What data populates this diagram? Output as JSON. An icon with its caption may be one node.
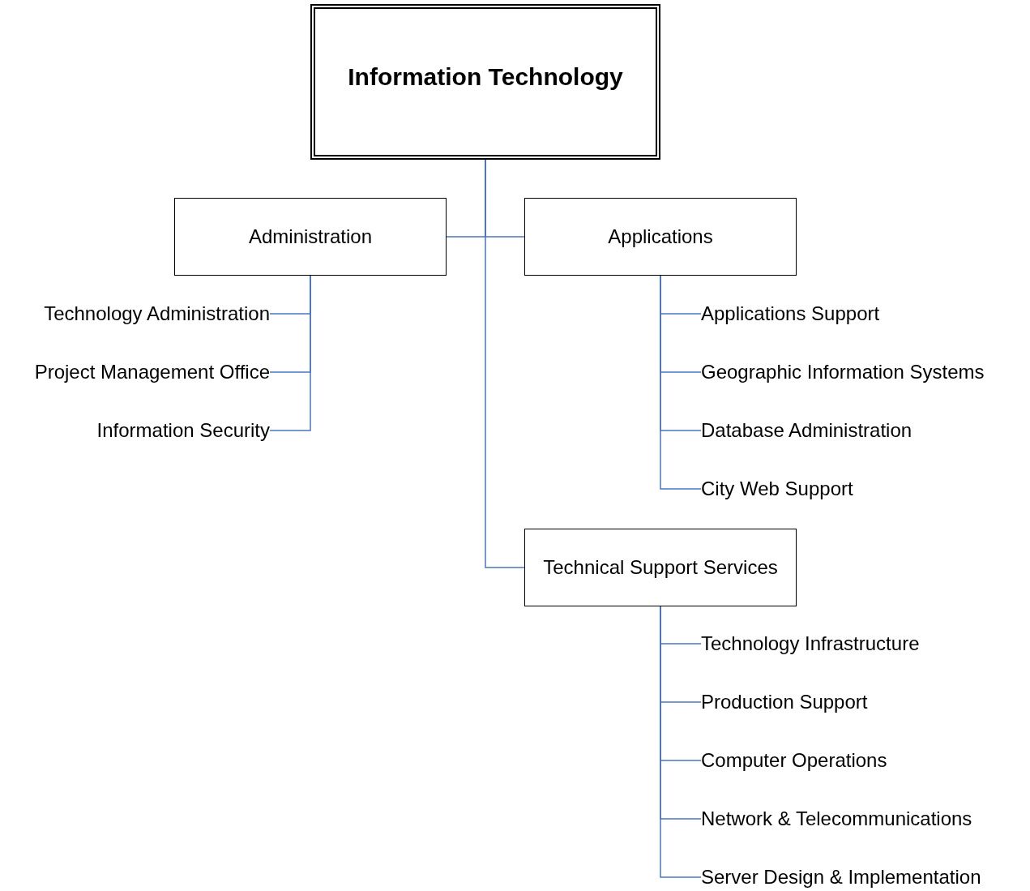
{
  "diagram": {
    "nodes": [
      {
        "text": [
          "Information Technology"
        ]
      },
      {
        "text": [
          "Administration"
        ]
      },
      {
        "text": [
          "Applications"
        ]
      },
      {
        "text": [
          "Technical Support Services"
        ]
      },
      {
        "text": [
          "Technology Administration"
        ]
      },
      {
        "text": [
          "Project Management Office"
        ]
      },
      {
        "text": [
          "Information Security"
        ]
      },
      {
        "text": [
          "Applications Support"
        ]
      },
      {
        "text": [
          "Geographic Information Systems"
        ]
      },
      {
        "text": [
          "Database Administration"
        ]
      },
      {
        "text": [
          "City Web Support"
        ]
      },
      {
        "text": [
          "Technology Infrastructure"
        ]
      },
      {
        "text": [
          "Production Support"
        ]
      },
      {
        "text": [
          "Computer Operations"
        ]
      },
      {
        "text": [
          "Network & Telecommunications"
        ]
      },
      {
        "text": [
          "Server Design & Implementation"
        ]
      }
    ],
    "edges": [
      {
        "from": 0,
        "to": 1,
        "arrow": "none"
      },
      {
        "from": 0,
        "to": 2,
        "arrow": "none"
      },
      {
        "from": 0,
        "to": 3,
        "arrow": "none"
      },
      {
        "from": 1,
        "to": 4,
        "arrow": "none"
      },
      {
        "from": 1,
        "to": 5,
        "arrow": "none"
      },
      {
        "from": 1,
        "to": 6,
        "arrow": "none"
      },
      {
        "from": 2,
        "to": 7,
        "arrow": "none"
      },
      {
        "from": 2,
        "to": 8,
        "arrow": "none"
      },
      {
        "from": 2,
        "to": 9,
        "arrow": "none"
      },
      {
        "from": 2,
        "to": 10,
        "arrow": "none"
      },
      {
        "from": 3,
        "to": 11,
        "arrow": "none"
      },
      {
        "from": 3,
        "to": 12,
        "arrow": "none"
      },
      {
        "from": 3,
        "to": 13,
        "arrow": "none"
      },
      {
        "from": 3,
        "to": 14,
        "arrow": "none"
      },
      {
        "from": 3,
        "to": 15,
        "arrow": "none"
      }
    ]
  }
}
